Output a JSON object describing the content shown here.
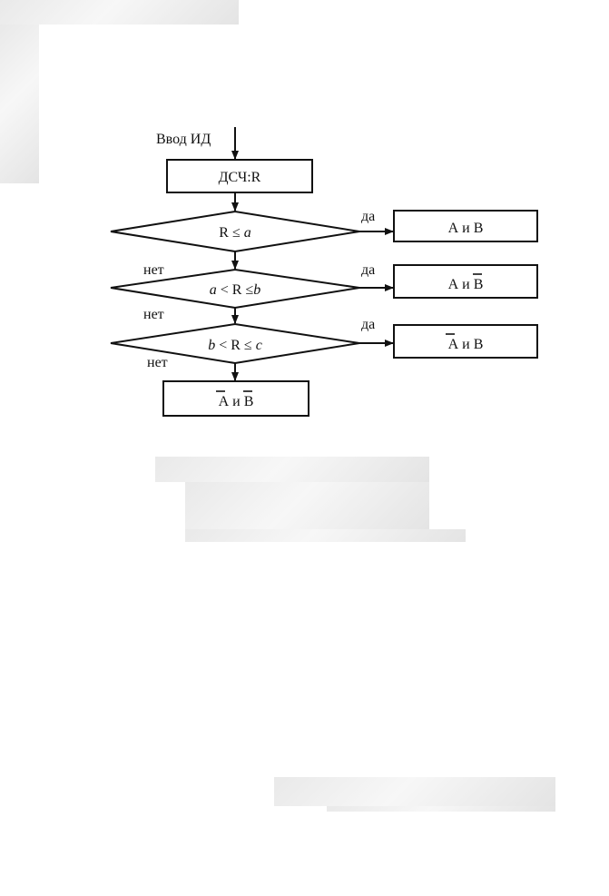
{
  "flowchart": {
    "input_label": "Ввод ИД",
    "process_box": "ДСЧ:R",
    "conditions": [
      {
        "pre": "R ≤ ",
        "var": "a",
        "post": ""
      },
      {
        "pre": "",
        "var": "a",
        "post": " < R ≤",
        "var2": "b"
      },
      {
        "pre": "",
        "var": "b",
        "post": " < R ≤ ",
        "var2": "c"
      }
    ],
    "yes_label": "да",
    "no_label": "нет",
    "outcomes": [
      {
        "left": "А",
        "left_bar": false,
        "middle": " и ",
        "right": "В",
        "right_bar": false
      },
      {
        "left": "А",
        "left_bar": false,
        "middle": " и ",
        "right": "В",
        "right_bar": true
      },
      {
        "left": "А",
        "left_bar": true,
        "middle": " и ",
        "right": "В",
        "right_bar": false
      },
      {
        "left": "А",
        "left_bar": true,
        "middle": " и ",
        "right": "В",
        "right_bar": true
      }
    ]
  }
}
